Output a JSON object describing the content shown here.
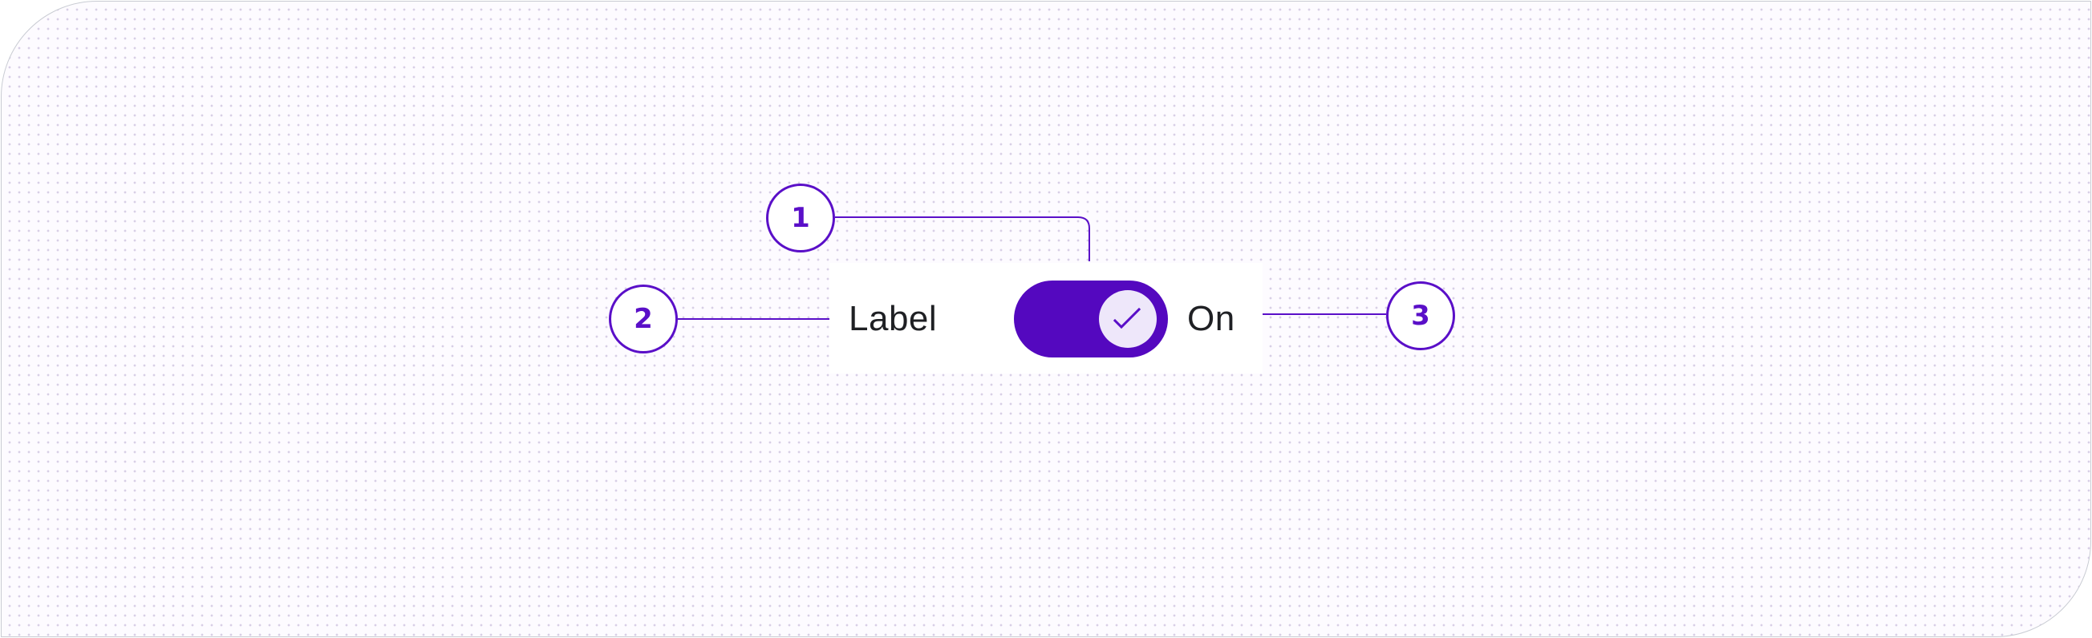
{
  "component": {
    "label": "Label",
    "state_text": "On",
    "switch_state": "on",
    "track_color": "#5408bf",
    "thumb_color": "#eee7fa",
    "thumb_icon": "checkmark-icon"
  },
  "markers": [
    {
      "number": "1"
    },
    {
      "number": "2"
    },
    {
      "number": "3"
    }
  ],
  "colors": {
    "accent": "#5a0fc8",
    "text": "#1f2024",
    "dot_grid": "#d8cfe6",
    "border": "#c9ccd3"
  }
}
